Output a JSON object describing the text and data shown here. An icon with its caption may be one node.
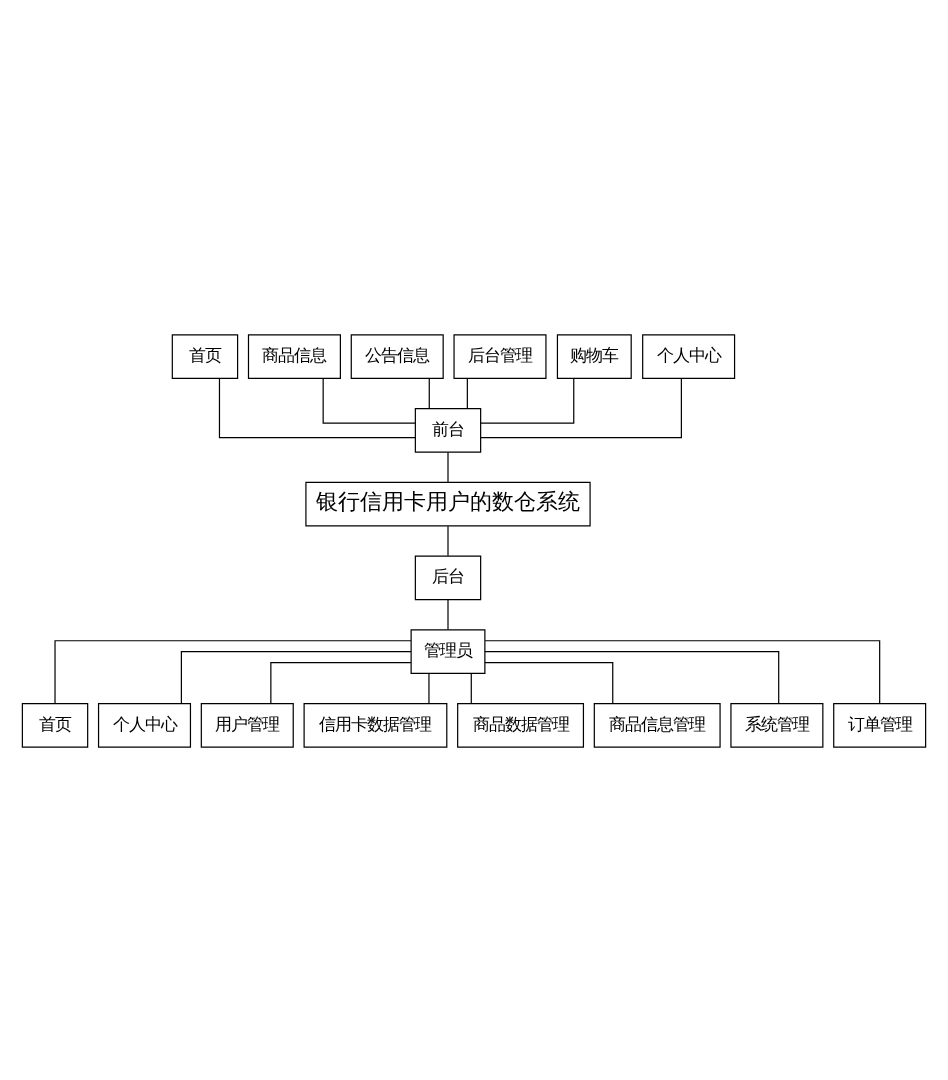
{
  "diagram": {
    "nodes": [
      {
        "text": [
          "首页"
        ]
      },
      {
        "text": [
          "商品信息"
        ]
      },
      {
        "text": [
          "公告信息"
        ]
      },
      {
        "text": [
          "后台管理"
        ]
      },
      {
        "text": [
          "购物车"
        ]
      },
      {
        "text": [
          "个人中心"
        ]
      },
      {
        "text": [
          "前台"
        ]
      },
      {
        "text": [
          "银行信用卡用户的数仓系统"
        ]
      },
      {
        "text": [
          "后台"
        ]
      },
      {
        "text": [
          "管理员"
        ]
      },
      {
        "text": [
          "首页"
        ]
      },
      {
        "text": [
          "个人中心"
        ]
      },
      {
        "text": [
          "用户管理"
        ]
      },
      {
        "text": [
          "信用卡数据管理"
        ]
      },
      {
        "text": [
          "商品数据管理"
        ]
      },
      {
        "text": [
          "商品信息管理"
        ]
      },
      {
        "text": [
          "系统管理"
        ]
      },
      {
        "text": [
          "订单管理"
        ]
      }
    ],
    "edges": [
      {
        "from": 0,
        "to": 6,
        "arrow": "none"
      },
      {
        "from": 1,
        "to": 6,
        "arrow": "none"
      },
      {
        "from": 2,
        "to": 6,
        "arrow": "none"
      },
      {
        "from": 3,
        "to": 6,
        "arrow": "none"
      },
      {
        "from": 4,
        "to": 6,
        "arrow": "none"
      },
      {
        "from": 5,
        "to": 6,
        "arrow": "none"
      },
      {
        "from": 6,
        "to": 7,
        "arrow": "none"
      },
      {
        "from": 7,
        "to": 8,
        "arrow": "none"
      },
      {
        "from": 8,
        "to": 9,
        "arrow": "none"
      },
      {
        "from": 9,
        "to": 10,
        "arrow": "none"
      },
      {
        "from": 9,
        "to": 11,
        "arrow": "none"
      },
      {
        "from": 9,
        "to": 12,
        "arrow": "none"
      },
      {
        "from": 9,
        "to": 13,
        "arrow": "none"
      },
      {
        "from": 9,
        "to": 14,
        "arrow": "none"
      },
      {
        "from": 9,
        "to": 15,
        "arrow": "none"
      },
      {
        "from": 9,
        "to": 16,
        "arrow": "none"
      },
      {
        "from": 9,
        "to": 17,
        "arrow": "none"
      }
    ]
  }
}
